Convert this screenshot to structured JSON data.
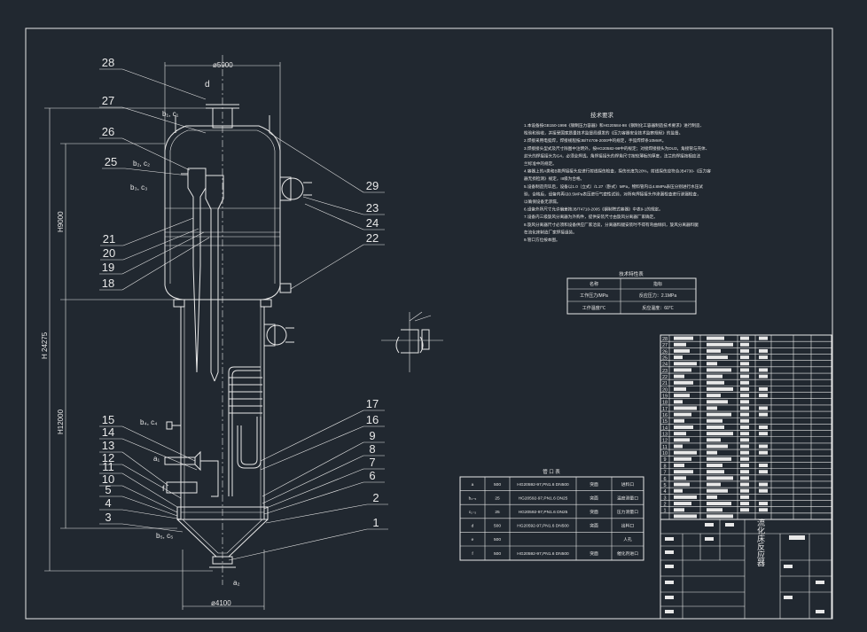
{
  "drawing": {
    "title": "流化床反应器",
    "dimensions": {
      "top_diameter": "ø5900",
      "bottom_diameter": "ø4100",
      "total_height": "H 24275",
      "upper_height": "H9000",
      "lower_height": "H12000"
    },
    "part_labels": [
      "1",
      "2",
      "3",
      "4",
      "5",
      "6",
      "7",
      "8",
      "9",
      "10",
      "11",
      "12",
      "13",
      "14",
      "15",
      "16",
      "17",
      "18",
      "19",
      "20",
      "21",
      "22",
      "23",
      "24",
      "25",
      "26",
      "27",
      "28",
      "29"
    ],
    "nozzle_letters": {
      "d": "d",
      "b_top": "b₁, c₁",
      "b_mid1": "b₂, c₂",
      "b_mid2": "b₃, c₃",
      "b_lower": "b₄, c₄",
      "b_bottom": "b₅, c₅",
      "a1": "a₁",
      "a2": "a₂",
      "f": "f"
    }
  },
  "tech_requirements": {
    "heading": "技术要求",
    "lines": [
      "1.本设备按GB150-1998《钢制压力容器》和HG20584-98《钢制化工容器制造技术要求》进行制造、",
      "检验和验收，并接受国家质量技术监督局颁发的《压力容器安全技术监察规程》的监督。",
      "2.焊接采用电弧焊，焊接规程按JB/T4709-2000中的规定，手弧焊焊条10MnR。",
      "3.焊接接头型式及尺寸除图中注明外，按HG20582-98中的规定；对接焊接接头为DU3，角接管与壳体、",
      "封头的焊接接头为G4，必须全焊透。角焊接接头的焊角尺寸按较薄板的厚度，法兰的焊接按相应法",
      "兰标准中的规定。",
      "4.容器上的A类和B类焊接接头应进行射线探伤检查，探伤长度为20%，射线探伤应符合JB4730-《压力容",
      "器无损检测》规定，III级为合格。",
      "5.设备制造完毕后，设备以1.0（立式）/1.27（卧式）MPa，物料管内以4.8MPa表压分别进行水压试",
      "验，合格后，设备内再以0.5MPa表压进行气密性试验，对所有焊接接头作渗漏检查进行渗漏检查，",
      "以确保设备无渗漏。",
      "6.设备外所尺寸允许偏差按JB/T4710-2005《钢制塔式容器》中表9-1的规定。",
      "7.设备内三级旋风分离器为外购件，提供安装尺寸由旋风分离器厂家确定。",
      "8.旋风分离器尺寸必须和设备供应厂家洽谈，分离器料腿安装时不得有弯曲倾斜，旋风分离器料腿",
      "在流化床制造厂家焊接组装。",
      "9.管口方位按本图。"
    ]
  },
  "tech_characteristics": {
    "title": "技术特性表",
    "headers": [
      "名称",
      "指标"
    ],
    "rows": [
      [
        "工作压力/MPa",
        "反应压力：2.1MPa"
      ],
      [
        "工作温度/℃",
        "反应温度：60℃"
      ]
    ]
  },
  "nozzle_table": {
    "title": "管 口 表",
    "rows": [
      [
        "a",
        "500",
        "HG20592-97,PN1.6 DN500",
        "突面",
        "进料口"
      ],
      [
        "b₁₋₅",
        "25",
        "HG20592-97,PN1.6 DN25",
        "突面",
        "温度测量口"
      ],
      [
        "c₁₋₅",
        "25",
        "HG20592-97,PN1.6 DN25",
        "突面",
        "压力测量口"
      ],
      [
        "d",
        "500",
        "HG20592-97,PN1.6 DN500",
        "突面",
        "出料口"
      ],
      [
        "e",
        "500",
        "",
        "",
        "人孔"
      ],
      [
        "f",
        "500",
        "HG20592-97,PN1.6 DN500",
        "突面",
        "催化剂进口"
      ]
    ]
  },
  "parts_list": {
    "numbers": [
      "28",
      "27",
      "26",
      "25",
      "24",
      "23",
      "22",
      "21",
      "20",
      "19",
      "18",
      "17",
      "16",
      "15",
      "14",
      "13",
      "12",
      "11",
      "10",
      "9",
      "8",
      "7",
      "6",
      "5",
      "4",
      "3",
      "2",
      "1"
    ],
    "marks": [
      "",
      "",
      "",
      "",
      "",
      "",
      "",
      "",
      "",
      "",
      "",
      "",
      "",
      "",
      "",
      "",
      "",
      "",
      "",
      "",
      "",
      "",
      "",
      "",
      "",
      "",
      "",
      ""
    ]
  },
  "title_block": {
    "drawing_name": "流化床反应器"
  }
}
